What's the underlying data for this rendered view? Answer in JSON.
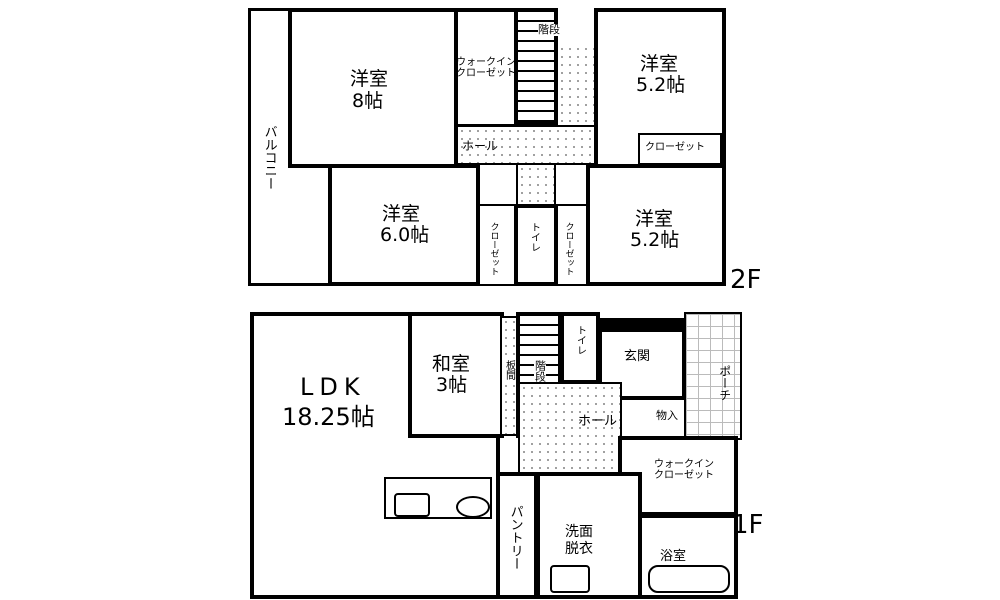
{
  "floor2": {
    "label": "2F",
    "balcony": "バルコニー",
    "room_8": {
      "name": "洋室",
      "size": "8帖"
    },
    "wic": "ウォークイン\nクローゼット",
    "stairs": "階段",
    "room_52a": {
      "name": "洋室",
      "size": "5.2帖"
    },
    "closet_a": "クローゼット",
    "hall": "ホール",
    "room_60": {
      "name": "洋室",
      "size": "6.0帖"
    },
    "closet_b": "クローゼット",
    "toilet": "トイレ",
    "closet_c": "クローゼット",
    "room_52b": {
      "name": "洋室",
      "size": "5.2帖"
    }
  },
  "floor1": {
    "label": "1F",
    "ldk": {
      "name": "LDK",
      "size": "18.25帖"
    },
    "washitsu": {
      "name": "和室",
      "size": "3帖"
    },
    "storage": "板間",
    "stairs": "階段",
    "toilet": "トイレ",
    "entrance": "玄関",
    "porch": "ポーチ",
    "closet": "物入",
    "hall": "ホール",
    "wic": "ウォークイン\nクローゼット",
    "pantry": "パントリー",
    "washroom": {
      "name": "洗面",
      "name2": "脱衣"
    },
    "bath": "浴室"
  }
}
